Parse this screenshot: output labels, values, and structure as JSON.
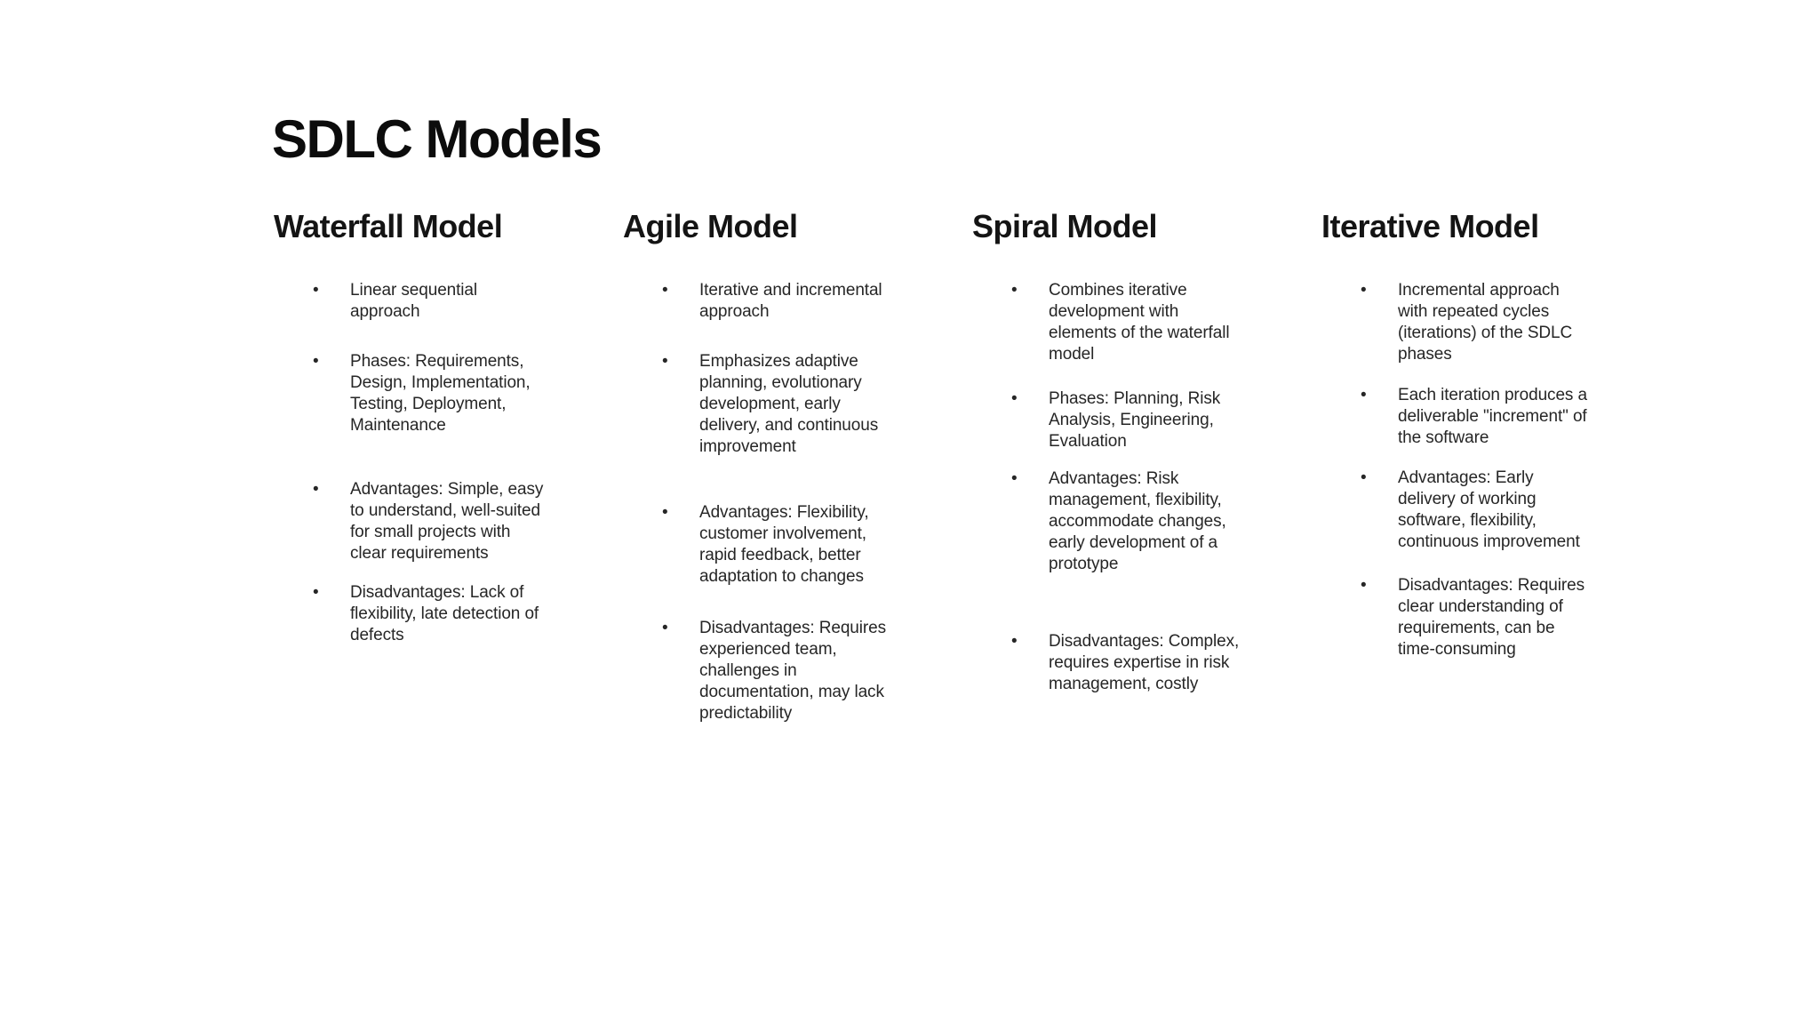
{
  "slide": {
    "title": "SDLC Models",
    "bullet_char": "•",
    "colors": {
      "background": "#ffffff",
      "title_text": "#0c0c0c",
      "heading_text": "#141414",
      "body_text": "#262626"
    },
    "columns": [
      {
        "id": "waterfall",
        "heading": "Waterfall Model",
        "bullets": [
          "Linear sequential approach",
          "Phases: Requirements, Design, Implementation, Testing, Deployment, Maintenance",
          "Advantages: Simple, easy to understand, well-suited for small projects with clear requirements",
          "Disadvantages: Lack of flexibility, late detection of defects"
        ]
      },
      {
        "id": "agile",
        "heading": "Agile Model",
        "bullets": [
          "Iterative and incremental approach",
          "Emphasizes adaptive planning, evolutionary development, early delivery, and continuous improvement",
          "Advantages: Flexibility, customer involvement, rapid feedback, better adaptation to changes",
          "Disadvantages: Requires experienced team, challenges in documentation, may lack predictability"
        ]
      },
      {
        "id": "spiral",
        "heading": "Spiral Model",
        "bullets": [
          "Combines iterative development with elements of the waterfall model",
          "Phases: Planning, Risk Analysis, Engineering, Evaluation",
          "Advantages: Risk management, flexibility, accommodate changes, early development of a prototype",
          "Disadvantages: Complex, requires expertise in risk management, costly"
        ]
      },
      {
        "id": "iterative",
        "heading": "Iterative Model",
        "bullets": [
          "Incremental approach with repeated cycles (iterations) of the SDLC phases",
          "Each iteration produces a deliverable \"increment\" of the software",
          "Advantages: Early delivery of working software, flexibility, continuous improvement",
          "Disadvantages: Requires clear understanding of requirements, can be time-consuming"
        ]
      }
    ]
  }
}
